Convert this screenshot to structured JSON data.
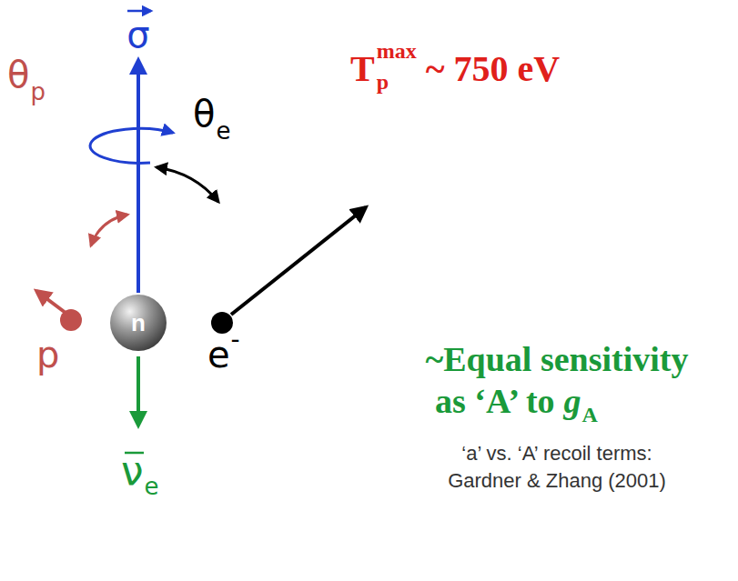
{
  "diagram": {
    "nodes": [
      {
        "text": [
          "n"
        ]
      }
    ],
    "labels": [
      "σ",
      "T",
      "max",
      "p",
      "~ 750 eV",
      "θ",
      "p",
      "θ",
      "e",
      "p",
      "e",
      "-",
      "ν",
      "e",
      "~Equal sensitivity",
      "as ‘A’ to",
      "g",
      "A",
      "‘a’ vs. ‘A’ recoil terms:",
      "Gardner & Zhang (2001)"
    ]
  }
}
